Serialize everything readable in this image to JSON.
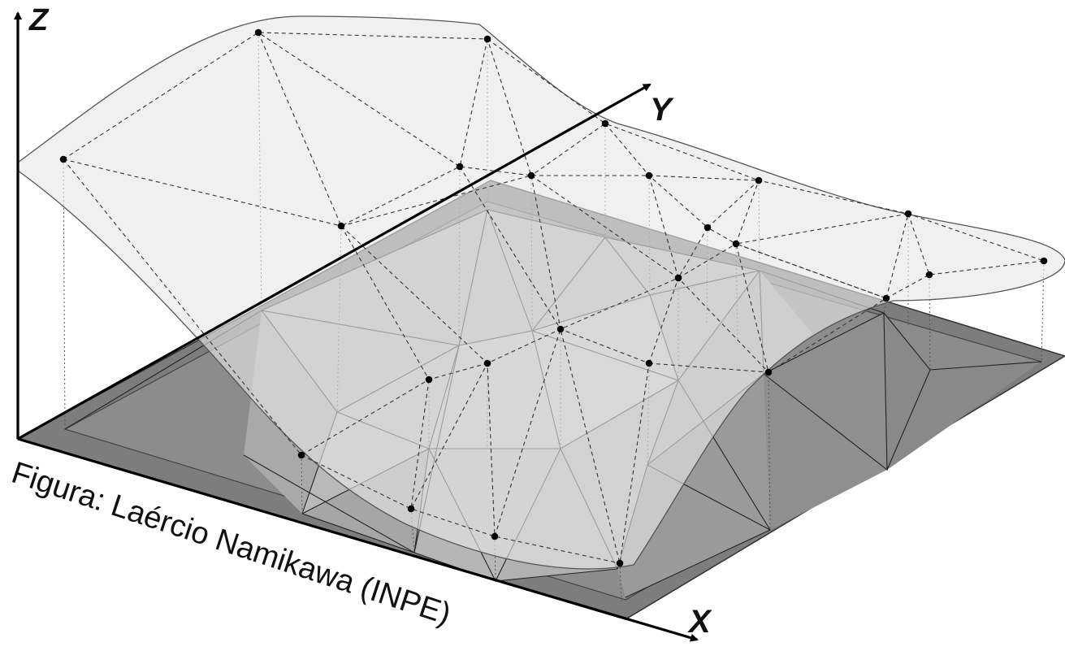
{
  "labels": {
    "axis_z": "Z",
    "axis_y": "Y",
    "axis_x": "X",
    "caption": "Figura: Laércio Namikawa (INPE)"
  },
  "colors": {
    "base_plane": "#7d7d7d",
    "base_plane_inner": "#8c8c8c",
    "mesh_face_light": "#b9b9b9",
    "mesh_face_mid": "#a4a4a4",
    "mesh_face_dark": "#8a8a8a",
    "surface_fill": "#e6e6e6",
    "sample_point": "#000000",
    "axis": "#000000"
  }
}
